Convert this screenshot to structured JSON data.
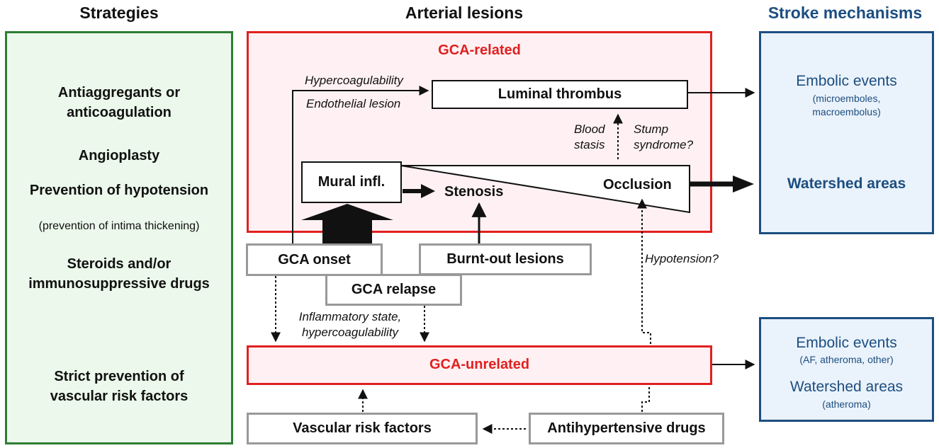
{
  "headers": {
    "strategies": "Strategies",
    "arterial_lesions": "Arterial lesions",
    "stroke_mechanisms": "Stroke mechanisms"
  },
  "strategies": {
    "antiaggregants": [
      "Antiaggregants or",
      "anticoagulation"
    ],
    "angioplasty": "Angioplasty",
    "hypotension": "Prevention of hypotension",
    "intima": "(prevention of intima thickening)",
    "steroids": [
      "Steroids and/or",
      "immunosuppressive drugs"
    ],
    "vascular": [
      "Strict prevention of",
      "vascular risk factors"
    ]
  },
  "gca_related": {
    "title": "GCA-related",
    "hypercoagulability": "Hypercoagulability",
    "endothelial": "Endothelial lesion",
    "luminal_thrombus": "Luminal thrombus",
    "blood_stasis": [
      "Blood",
      "stasis"
    ],
    "stump_syndrome": [
      "Stump",
      "syndrome?"
    ],
    "mural_infl": "Mural infl.",
    "stenosis": "Stenosis",
    "occlusion": "Occlusion"
  },
  "triggers": {
    "gca_onset": "GCA onset",
    "burnt_out": "Burnt-out lesions",
    "gca_relapse": "GCA relapse",
    "hypotension_q": "Hypotension?",
    "inflammatory": [
      "Inflammatory state,",
      "hypercoagulability"
    ]
  },
  "gca_unrelated": {
    "title": "GCA-unrelated",
    "vascular_risk": "Vascular risk factors",
    "antihypertensive": "Antihypertensive drugs"
  },
  "stroke": {
    "embolic_top": "Embolic events",
    "embolic_top_sub": [
      "(microemboles,",
      "macroembolus)"
    ],
    "watershed_top": "Watershed areas",
    "embolic_bottom": "Embolic events",
    "embolic_bottom_sub": "(AF, atheroma, other)",
    "watershed_bottom": "Watershed areas",
    "watershed_bottom_sub": "(atheroma)"
  },
  "colors": {
    "green": "#2e7d32",
    "red": "#e02020",
    "blue": "#1c4e80",
    "gray": "#999999"
  }
}
